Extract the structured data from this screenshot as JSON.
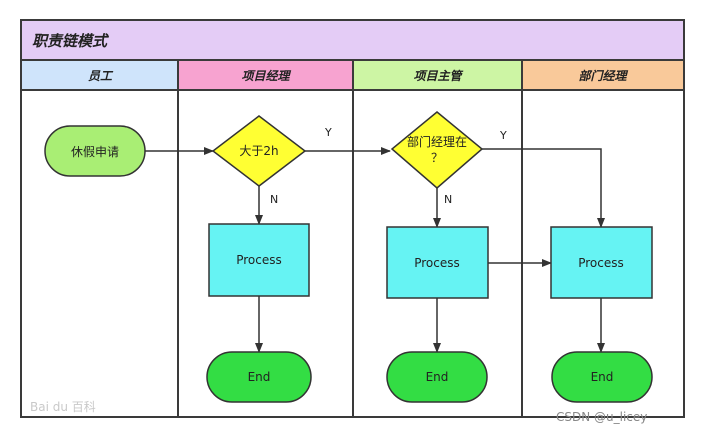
{
  "diagram": {
    "title": "职责链模式",
    "lanes": [
      {
        "id": "employee",
        "label": "员工",
        "color": "#cfe4fb"
      },
      {
        "id": "pm",
        "label": "项目经理",
        "color": "#f7a3d0"
      },
      {
        "id": "supervisor",
        "label": "项目主管",
        "color": "#cdf5a4"
      },
      {
        "id": "dept",
        "label": "部门经理",
        "color": "#f9c99a"
      }
    ],
    "nodes": {
      "leave_request": {
        "label": "休假申请",
        "shape": "rounded",
        "color": "#a9ee74"
      },
      "decision_2h": {
        "label": "大于2h",
        "shape": "diamond",
        "color": "#ffff33"
      },
      "decision_dept_line1": {
        "label": "部门经理在",
        "shape": "diamond",
        "color": "#ffff33"
      },
      "decision_dept_line2": {
        "label": "？"
      },
      "process_pm": {
        "label": "Process",
        "shape": "rect",
        "color": "#66f3f3"
      },
      "process_sup": {
        "label": "Process",
        "shape": "rect",
        "color": "#66f3f3"
      },
      "process_dept": {
        "label": "Process",
        "shape": "rect",
        "color": "#66f3f3"
      },
      "end_pm": {
        "label": "End",
        "shape": "rounded",
        "color": "#33dd44"
      },
      "end_sup": {
        "label": "End",
        "shape": "rounded",
        "color": "#33dd44"
      },
      "end_dept": {
        "label": "End",
        "shape": "rounded",
        "color": "#33dd44"
      }
    },
    "edge_labels": {
      "y1": "Y",
      "n1": "N",
      "y2": "Y",
      "n2": "N"
    }
  },
  "watermarks": {
    "baidu": "Bai du 百科",
    "csdn": "CSDN @u_licey"
  }
}
